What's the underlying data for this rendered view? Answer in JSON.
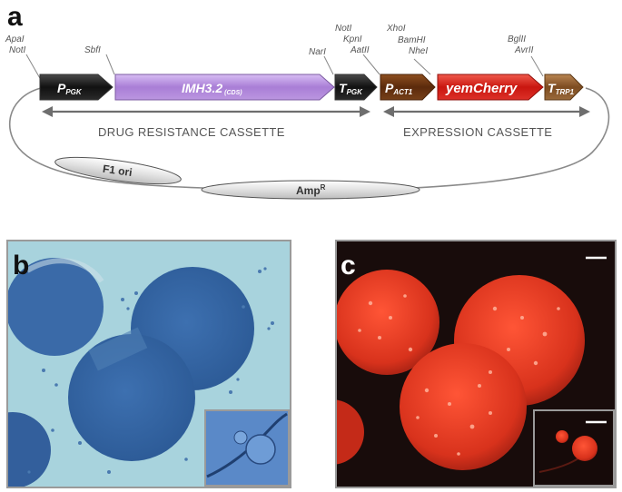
{
  "panels": {
    "a": "a",
    "b": "b",
    "c": "c"
  },
  "sites": {
    "apal": "ApaI",
    "notl1": "NotI",
    "sbfl": "SbfI",
    "narl": "NarI",
    "notl2": "NotI",
    "kpnl": "KpnI",
    "aatll": "AatII",
    "xhol": "XhoI",
    "bamhl": "BamHI",
    "nhel": "NheI",
    "bglll": "BglII",
    "avrll": "AvrII"
  },
  "parts": {
    "ppgk_main": "P",
    "ppgk_sub": "PGK",
    "imh_main": "IMH3.2",
    "imh_sub": "(CDS)",
    "tpgk_main": "T",
    "tpgk_sub": "PGK",
    "pact_main": "P",
    "pact_sub": "ACT1",
    "yem": "yemCherry",
    "ttrp_main": "T",
    "ttrp_sub": "TRP1"
  },
  "cassettes": {
    "drug": "DRUG RESISTANCE CASSETTE",
    "expr": "EXPRESSION CASSETTE"
  },
  "plasmid": {
    "f1": "F1 ori",
    "amp_main": "Amp",
    "amp_sup": "R"
  },
  "colors": {
    "ppgk": "#1c1c1c",
    "imh": "#b68fdc",
    "tpgk": "#1c1c1c",
    "pact": "#6b3410",
    "yem": "#d42020",
    "ttrp": "#8a5a2a",
    "cassette_arrow": "#6e6e6e",
    "panel_b_bg": "#a6d1dc",
    "panel_b_colony": "#3767a6",
    "panel_c_bg": "#1a0e0c",
    "panel_c_colony": "#d9321f"
  }
}
